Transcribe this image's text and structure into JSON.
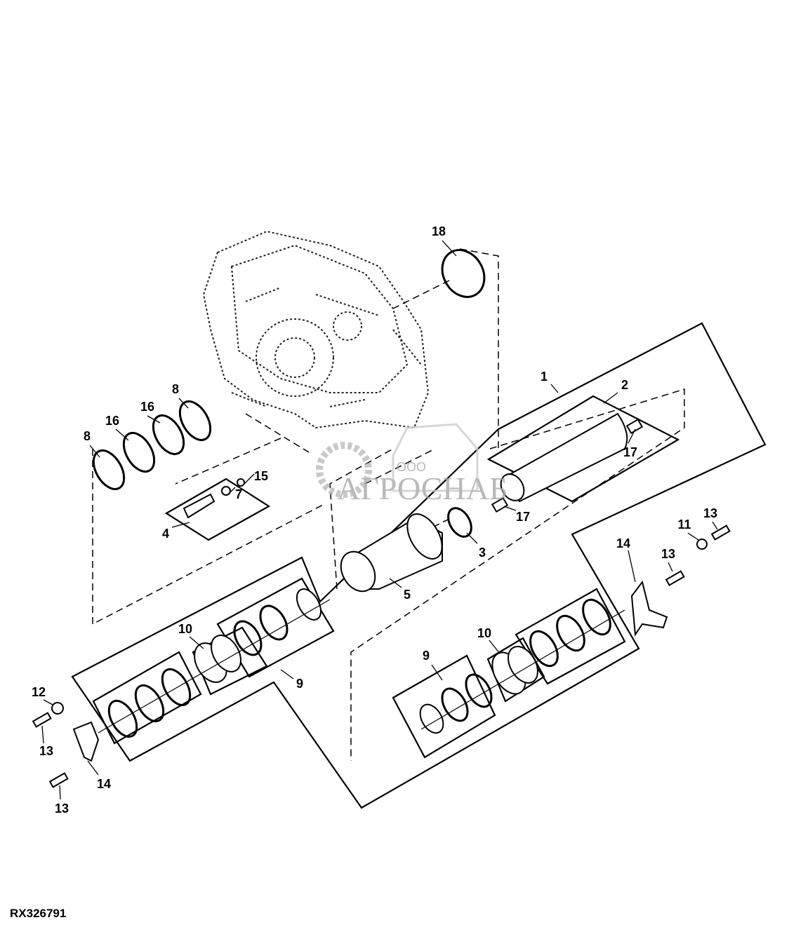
{
  "figure_id": "RX326791",
  "watermark": {
    "prefix": "ООО",
    "name": "АГРОСНАБ"
  },
  "callouts": [
    "18",
    "1",
    "2",
    "17",
    "17",
    "3",
    "8",
    "16",
    "16",
    "8",
    "15",
    "7",
    "4",
    "5",
    "11",
    "13",
    "13",
    "14",
    "10",
    "9",
    "10",
    "9",
    "12",
    "13",
    "14",
    "13"
  ]
}
